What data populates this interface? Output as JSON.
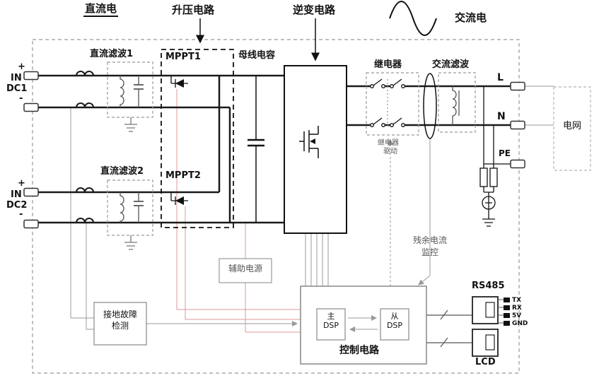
{
  "colors": {
    "accent_red": "#dc9999",
    "line_gray": "#9a9a9a",
    "line_black": "#1a1a1a"
  },
  "header": {
    "dc_label": "直流电",
    "boost_label": "升压电路",
    "inverter_label": "逆变电路",
    "ac_label": "交流电"
  },
  "inputs": {
    "dc1": {
      "plus": "+",
      "minus": "-",
      "name_line1": "IN",
      "name_line2": "DC1"
    },
    "dc2": {
      "plus": "+",
      "minus": "-",
      "name_line1": "IN",
      "name_line2": "DC2"
    }
  },
  "blocks": {
    "dc_filter1": "直流滤波1",
    "dc_filter2": "直流滤波2",
    "mppt1": "MPPT1",
    "mppt2": "MPPT2",
    "bus_capacitor": "母线电容",
    "relay": "继电器",
    "relay_drive_line1": "继电器",
    "relay_drive_line2": "驱动",
    "ac_filter": "交流滤波",
    "aux_power": "辅助电源",
    "ground_fault_line1": "接地故障",
    "ground_fault_line2": "检测",
    "control": "控制电路",
    "master_dsp_line1": "主",
    "master_dsp_line2": "DSP",
    "slave_dsp_line1": "从",
    "slave_dsp_line2": "DSP",
    "residual_line1": "残余电流",
    "residual_line2": "监控",
    "grid": "电网"
  },
  "outputs": {
    "l": "L",
    "n": "N",
    "pe": "PE"
  },
  "comm": {
    "rs485": "RS485",
    "lcd": "LCD",
    "pins": [
      "TX",
      "RX",
      "5V",
      "GND"
    ]
  }
}
